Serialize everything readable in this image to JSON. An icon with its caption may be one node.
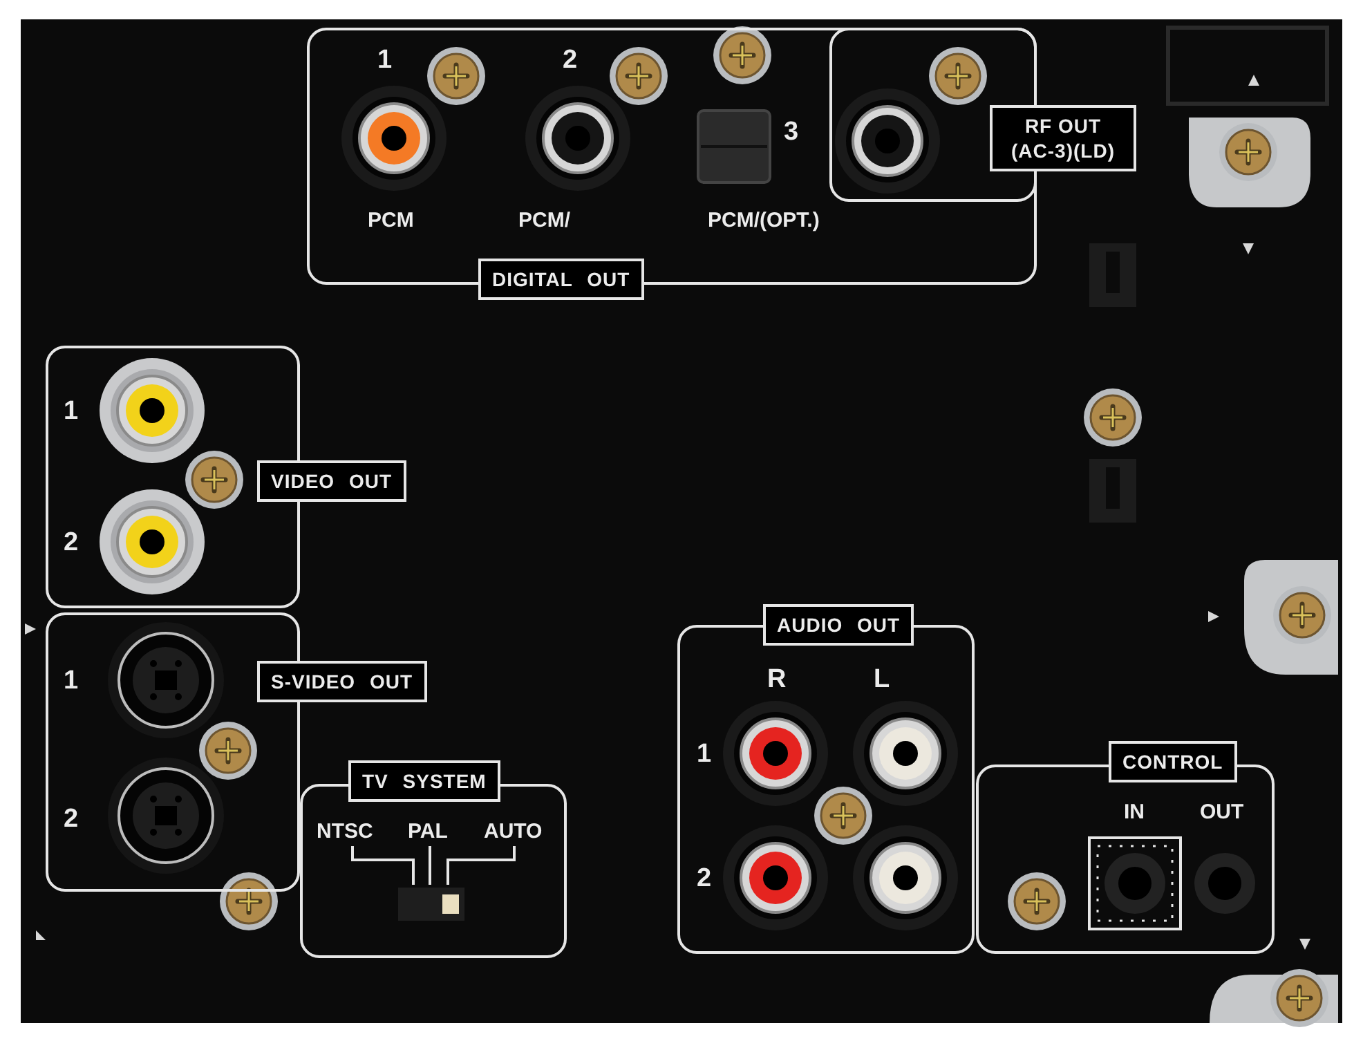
{
  "diagram": {
    "nodes": [
      {
        "text": [
          "1",
          "2",
          "3",
          "PCM",
          "PCM/",
          "PCM/(OPT.)",
          "DIGITAL OUT"
        ]
      },
      {
        "text": [
          "RF OUT (AC-3)(LD)"
        ],
        "in": 0
      },
      {
        "text": [
          "1",
          "VIDEO OUT",
          "2"
        ]
      },
      {
        "text": [
          "1",
          "S-VIDEO OUT",
          "2"
        ]
      },
      {
        "text": [
          "TV SYSTEM",
          "NTSC",
          "PAL",
          "AUTO"
        ]
      },
      {
        "text": [
          "AUDIO OUT",
          "R",
          "L",
          "1",
          "2"
        ]
      },
      {
        "text": [
          "CONTROL",
          "IN",
          "OUT"
        ]
      }
    ]
  }
}
